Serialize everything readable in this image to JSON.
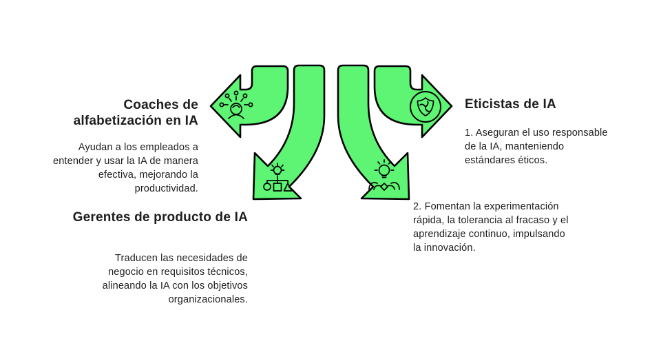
{
  "colors": {
    "accent": "#5df573",
    "outline": "#000000",
    "text": "#1d1d1d",
    "background": "#ffffff"
  },
  "blocks": {
    "coaches": {
      "title": "Coaches de\nalfabetización en IA",
      "body": "Ayudan a los empleados a\nentender y usar la IA de manera\nefectiva, mejorando la\nproductividad."
    },
    "gerentes": {
      "title": "Gerentes de producto de IA",
      "body": "Traducen las necesidades de\nnegocio en requisitos técnicos,\nalineando la IA con los objetivos\norganizacionales."
    },
    "eticistas": {
      "title": "Eticistas de IA",
      "body": "1. Aseguran el uso responsable\nde la IA, manteniendo\nestándares éticos."
    },
    "innovadores": {
      "body": "2. Fomentan la experimentación\nrápida, la tolerancia al fracaso y el\naprendizaje continuo, impulsando\nla innovación."
    }
  },
  "icons": {
    "coach": "coach-person-ideas-icon",
    "product": "product-org-chart-icon",
    "innovation": "innovation-lightbulb-hands-icon",
    "ethics": "ethics-shield-icon"
  }
}
